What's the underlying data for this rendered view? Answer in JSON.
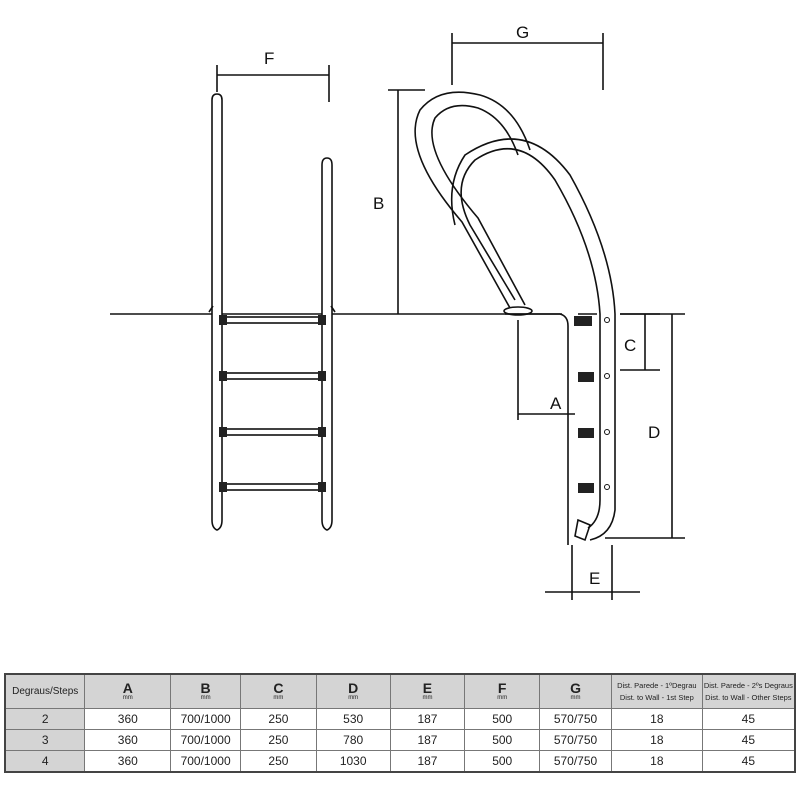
{
  "diagram": {
    "labels": {
      "A": "A",
      "B": "B",
      "C": "C",
      "D": "D",
      "E": "E",
      "F": "F",
      "G": "G"
    }
  },
  "table": {
    "headers": [
      {
        "letter": "Degraus/Steps"
      },
      {
        "letter": "A",
        "unit": "mm"
      },
      {
        "letter": "B",
        "unit": "mm"
      },
      {
        "letter": "C",
        "unit": "mm"
      },
      {
        "letter": "D",
        "unit": "mm"
      },
      {
        "letter": "E",
        "unit": "mm"
      },
      {
        "letter": "F",
        "unit": "mm"
      },
      {
        "letter": "G",
        "unit": "mm"
      },
      {
        "line1": "Dist. Parede - 1ºDegrau",
        "line2": "Dist. to Wall - 1st Step"
      },
      {
        "line1": "Dist. Parede - 2ºs Degraus",
        "line2": "Dist. to Wall - Other Steps"
      }
    ],
    "rows": [
      [
        "2",
        "360",
        "700/1000",
        "250",
        "530",
        "187",
        "500",
        "570/750",
        "18",
        "45"
      ],
      [
        "3",
        "360",
        "700/1000",
        "250",
        "780",
        "187",
        "500",
        "570/750",
        "18",
        "45"
      ],
      [
        "4",
        "360",
        "700/1000",
        "250",
        "1030",
        "187",
        "500",
        "570/750",
        "18",
        "45"
      ]
    ]
  }
}
